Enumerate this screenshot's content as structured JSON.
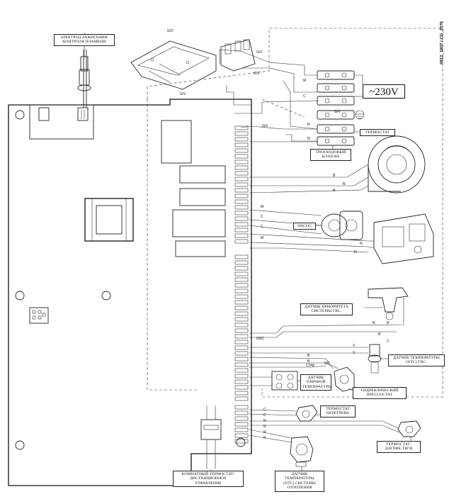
{
  "labels": {
    "ignition": [
      "ЭЛЕКТРОД ЗАЖИГАНИЯ/",
      "КОНТРОЛЯ ПЛАМЕНИ"
    ],
    "voltage": "~230V",
    "thermostat": "ТЕРМОСТАТ",
    "three_way_valve": [
      "ТРЕХХОДОВЫЙ",
      "КЛАПАН"
    ],
    "pump": "НАСОС",
    "dhw_priority": [
      "ДАТЧИК ПРИОРИТЕТА",
      "СИСТЕМЫ ГВС."
    ],
    "dhw_ntc": [
      "ДАТЧИК ТЕМПЕРАТУРЫ",
      "(NTC) ГВС."
    ],
    "outdoor_sensor": [
      "ДАТЧИК",
      "УЛИЧНОЙ",
      "ТЕМПЕРАТУРЫ"
    ],
    "hydraulic_switch": [
      "ГИДРАВЛИЧЕСКИЙ",
      "ПРЕССОСТАТ"
    ],
    "overheat": [
      "ТЕРМОСТАТ",
      "ПЕРЕГРЕВА"
    ],
    "flue_thermostat": [
      "ТЕРМОСТАТ-",
      "ДАТЧИК ТЯГИ"
    ],
    "room_thermostat": [
      "КОМНАТНЫЙ ТЕРМОСТАТ/",
      "ДИСТАНЦИОННОЕ",
      "УПРАВЛЕНИЕ"
    ],
    "heating_ntc": [
      "ДАТЧИК",
      "ТЕМПЕРАТУРЫ",
      "(NTC) СИСТЕМЫ",
      "ОТОПЛЕНИЯ"
    ]
  },
  "drawing_code": "0812_1807 / CG_2076",
  "wire_codes": {
    "gv": "G/V",
    "m": "M",
    "c": "C",
    "n": "N",
    "r": "R",
    "b": "B",
    "v": "V",
    "gnc": "GNC",
    "com": "COM",
    "no": "NO"
  }
}
